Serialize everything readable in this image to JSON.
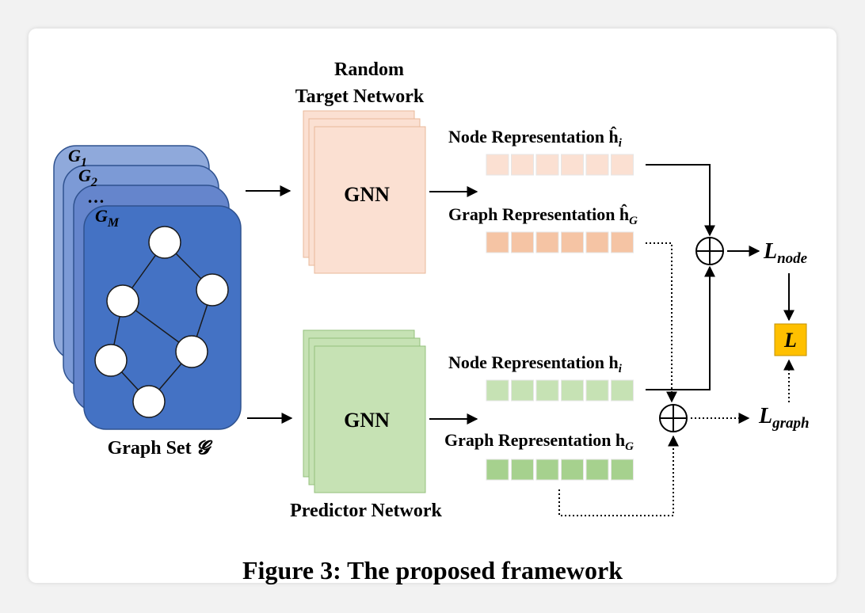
{
  "target_network": {
    "title_line1": "Random",
    "title_line2": "Target Network",
    "gnn_label": "GNN",
    "fill": "#fbe0d2",
    "border": "#f0c4a8"
  },
  "predictor_network": {
    "title": "Predictor Network",
    "gnn_label": "GNN",
    "fill": "#c6e2b4",
    "border": "#a8cf92"
  },
  "graph_set": {
    "label_prefix": "Graph Set",
    "label_symbol": "𝓖",
    "cards": [
      {
        "sub": "1",
        "letter": "G",
        "fill": "#8fa9db"
      },
      {
        "sub": "2",
        "letter": "G",
        "fill": "#7c9ad6"
      },
      {
        "sub": "",
        "letter": "…",
        "fill": "#6585cc"
      },
      {
        "sub": "M",
        "letter": "G",
        "fill": "#4472c4"
      }
    ]
  },
  "representations": {
    "node_hat": {
      "text": "Node Representation ĥ",
      "sub": "i",
      "cell_fill": "#fbe0d2"
    },
    "graph_hat": {
      "text": "Graph Representation ĥ",
      "sub": "G",
      "cell_fill": "#f5c4a4"
    },
    "node": {
      "text": "Node Representation h",
      "sub": "i",
      "cell_fill": "#c6e2b4"
    },
    "graph": {
      "text": "Graph Representation h",
      "sub": "G",
      "cell_fill": "#a6d18e"
    }
  },
  "losses": {
    "node": {
      "main": "L",
      "sub": "node"
    },
    "graph": {
      "main": "L",
      "sub": "graph"
    },
    "total": {
      "label": "L",
      "fill": "#ffc000"
    }
  },
  "operator_symbol": "⊕",
  "caption": "Figure 3: The proposed framework"
}
